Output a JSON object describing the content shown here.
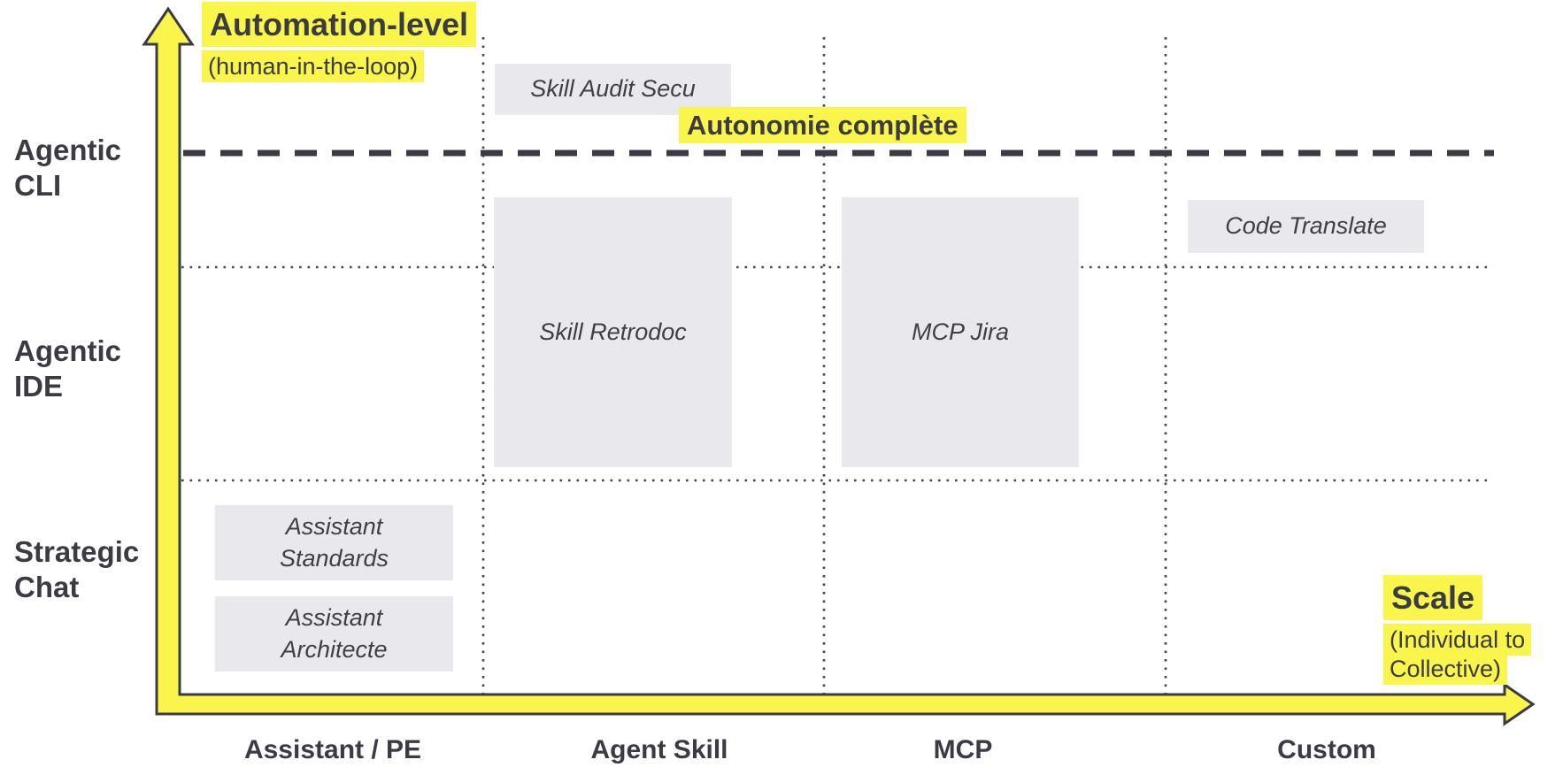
{
  "palette": {
    "highlight_yellow": "#f9f54a",
    "ink_dark": "#3b3b45",
    "item_box_gray": "#e8e8ed",
    "gridline_gray": "#45454f"
  },
  "y_axis": {
    "title": "Automation-level",
    "subtitle": "(human-in-the-loop)",
    "row_labels": [
      "Agentic\nCLI",
      "Agentic\nIDE",
      "Strategic\nChat"
    ]
  },
  "x_axis": {
    "title": "Scale",
    "subtitle": "(Individual to\nCollective)",
    "labels": [
      "Assistant / PE",
      "Agent Skill",
      "MCP",
      "Custom"
    ]
  },
  "threshold": {
    "label": "Autonomie complète",
    "line_style": "dashed"
  },
  "items": [
    {
      "id": "skill-audit-secu",
      "label": "Skill Audit Secu",
      "column": "Agent Skill",
      "row": "above Autonomie complète"
    },
    {
      "id": "skill-retrodoc",
      "label": "Skill Retrodoc",
      "column": "Agent Skill",
      "row": "Agentic IDE"
    },
    {
      "id": "mcp-jira",
      "label": "MCP Jira",
      "column": "MCP",
      "row": "Agentic IDE"
    },
    {
      "id": "code-translate",
      "label": "Code Translate",
      "column": "Custom",
      "row": "Agentic CLI"
    },
    {
      "id": "assistant-standards",
      "label": "Assistant\nStandards",
      "column": "Assistant / PE",
      "row": "Strategic Chat"
    },
    {
      "id": "assistant-architecte",
      "label": "Assistant\nArchitecte",
      "column": "Assistant / PE",
      "row": "Strategic Chat"
    }
  ]
}
